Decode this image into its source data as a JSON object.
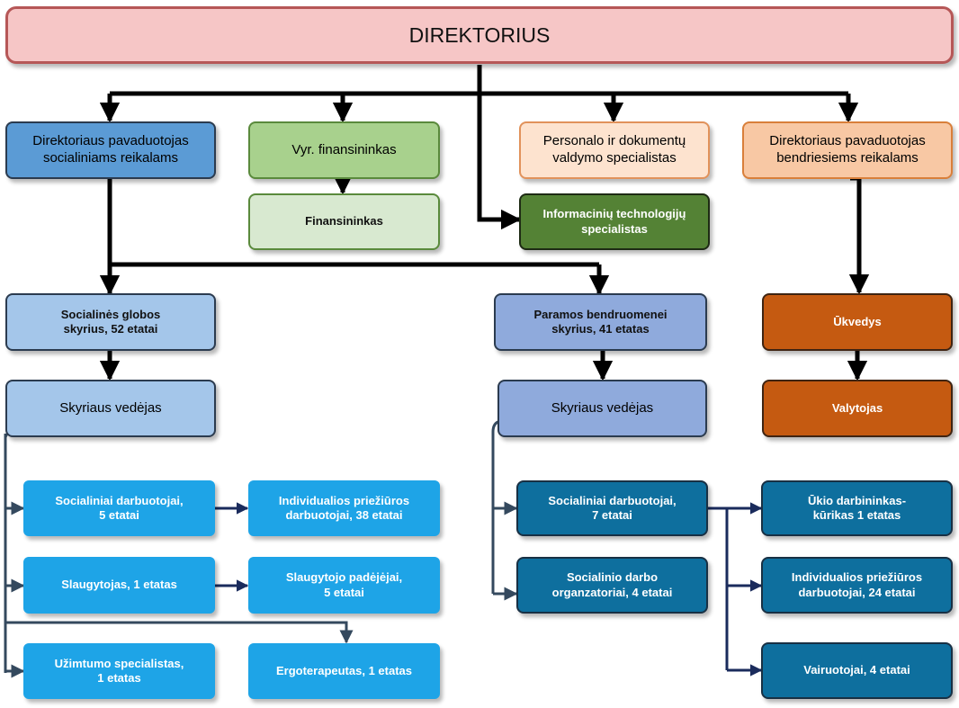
{
  "nodes": {
    "direktorius": "DIREKTORIUS",
    "pav_soc": "Direktoriaus pavaduotojas\nsocialiniams reikalams",
    "vyr_fin": "Vyr. finansininkas",
    "finansininkas": "Finansininkas",
    "personalo": "Personalo ir dokumentų\nvaldymo specialistas",
    "pav_bendr": "Direktoriaus pavaduotojas\nbendriesiems reikalams",
    "it": "Informacinių technologijų\nspecialistas",
    "soc_globos": "Socialinės globos\nskyrius, 52 etatai",
    "paramos": "Paramos bendruomenei\nskyrius, 41 etatas",
    "ukvedys": "Ūkvedys",
    "vedejas_1": "Skyriaus vedėjas",
    "vedejas_2": "Skyriaus vedėjas",
    "valytojas": "Valytojas",
    "soc_darb_5": "Socialiniai darbuotojai,\n5 etatai",
    "ind_prieziuros_38": "Individualios priežiūros\ndarbuotojai, 38 etatai",
    "slaugytojas": "Slaugytojas, 1 etatas",
    "slaug_padejejai": "Slaugytojo padėjėjai,\n5 etatai",
    "uzimtumo": "Užimtumo specialistas,\n1 etatas",
    "ergoterapeutas": "Ergoterapeutas, 1 etatas",
    "soc_darb_7": "Socialiniai darbuotojai,\n7 etatai",
    "soc_darbo_org": "Socialinio darbo\norganzatoriai, 4 etatai",
    "ukio_darb": "Ūkio darbininkas-\nkūrikas 1 etatas",
    "ind_prieziuros_24": "Individualios priežiūros\ndarbuotojai, 24 etatai",
    "vairuotojai": "Vairuotojai, 4 etatai"
  },
  "colors": {
    "director_fill": "#f6c6c6",
    "social_blue": "#5b9bd5",
    "finance_green": "#a8d18d",
    "it_green": "#548235",
    "general_peach": "#f8c8a4",
    "household_orange": "#c55a11",
    "staff_cyan": "#1ea4e7",
    "community_teal": "#0e6f9e"
  }
}
